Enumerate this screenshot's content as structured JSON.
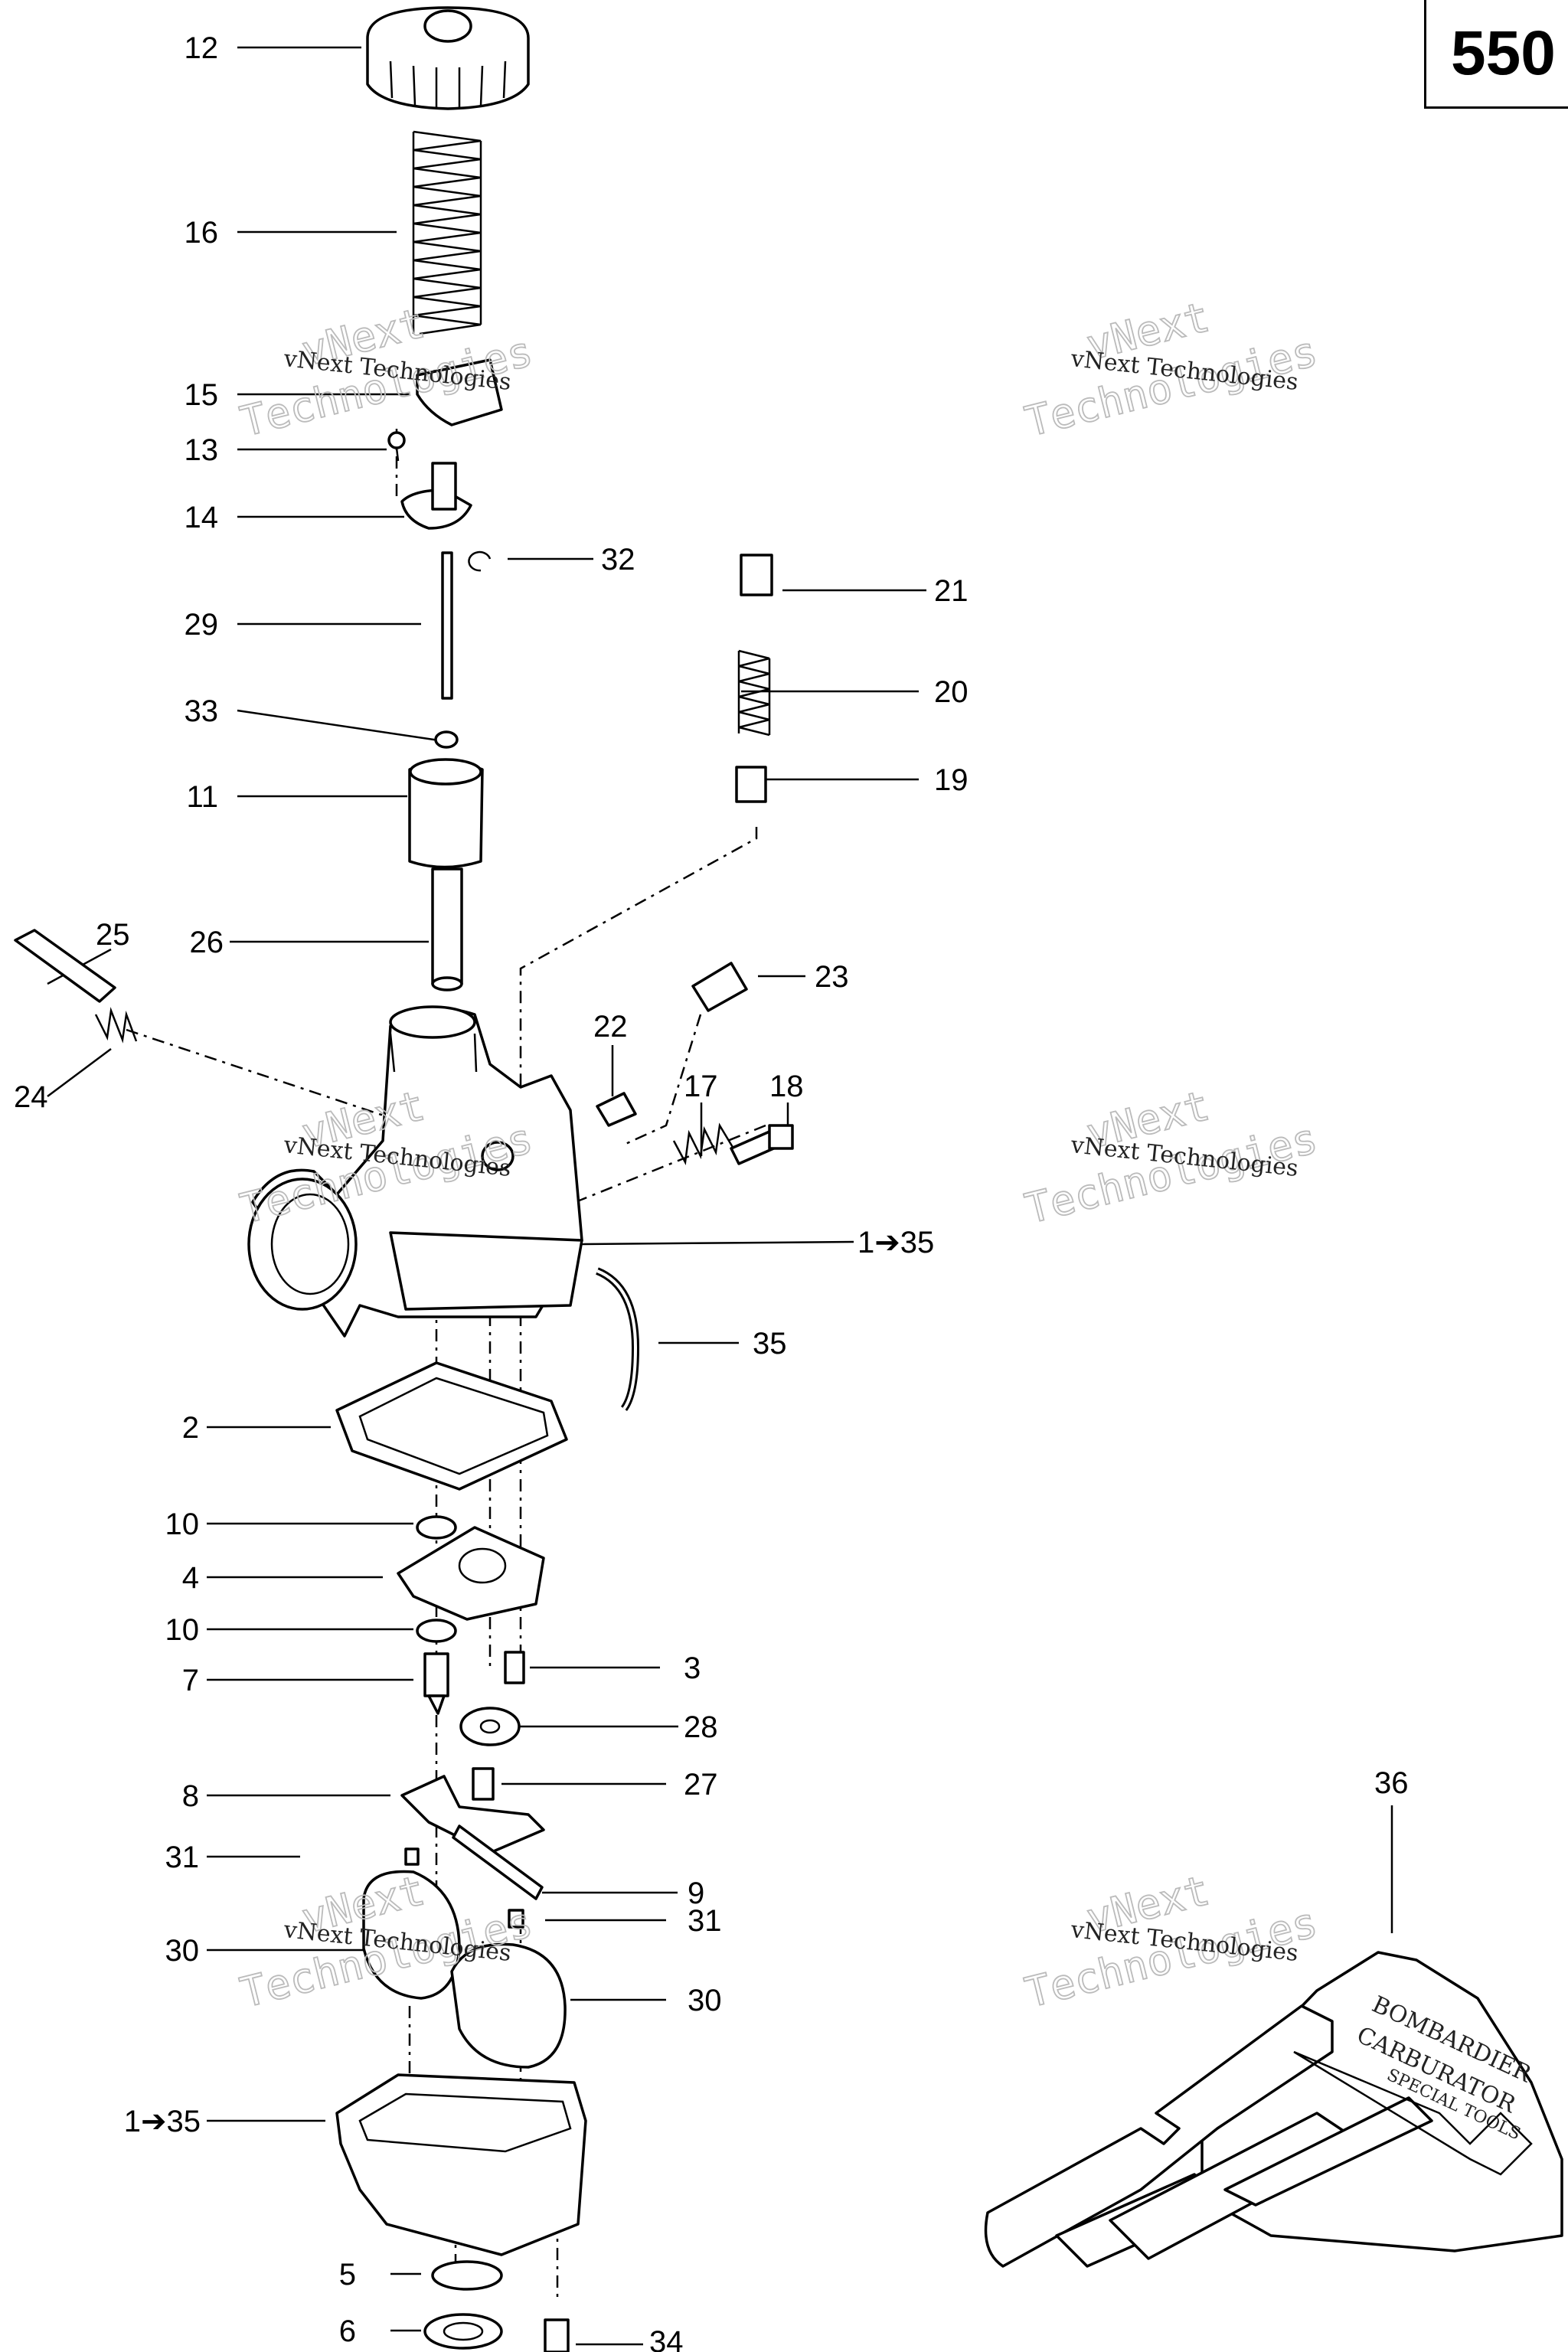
{
  "page_number": "550",
  "watermark": {
    "line1": "vNext Technologies",
    "line2": "vNext",
    "line3": "Technologies"
  },
  "callouts": {
    "c12": "12",
    "c16": "16",
    "c15": "15",
    "c13": "13",
    "c14": "14",
    "c32": "32",
    "c29": "29",
    "c21": "21",
    "c20": "20",
    "c33": "33",
    "c19": "19",
    "c11": "11",
    "c25": "25",
    "c26": "26",
    "c23": "23",
    "c24": "24",
    "c22": "22",
    "c17": "17",
    "c18": "18",
    "c1_35a": "1➔35",
    "c35": "35",
    "c2": "2",
    "c10a": "10",
    "c4": "4",
    "c10b": "10",
    "c3": "3",
    "c7": "7",
    "c28": "28",
    "c8": "8",
    "c27": "27",
    "c36": "36",
    "c31a": "31",
    "c9": "9",
    "c31b": "31",
    "c30a": "30",
    "c30b": "30",
    "c1_35b": "1➔35",
    "c5": "5",
    "c6": "6",
    "c34": "34"
  },
  "kit_label": {
    "line1": "BOMBARDIER",
    "line2": "CARBURATOR",
    "line3": "SPECIAL TOOLS"
  }
}
